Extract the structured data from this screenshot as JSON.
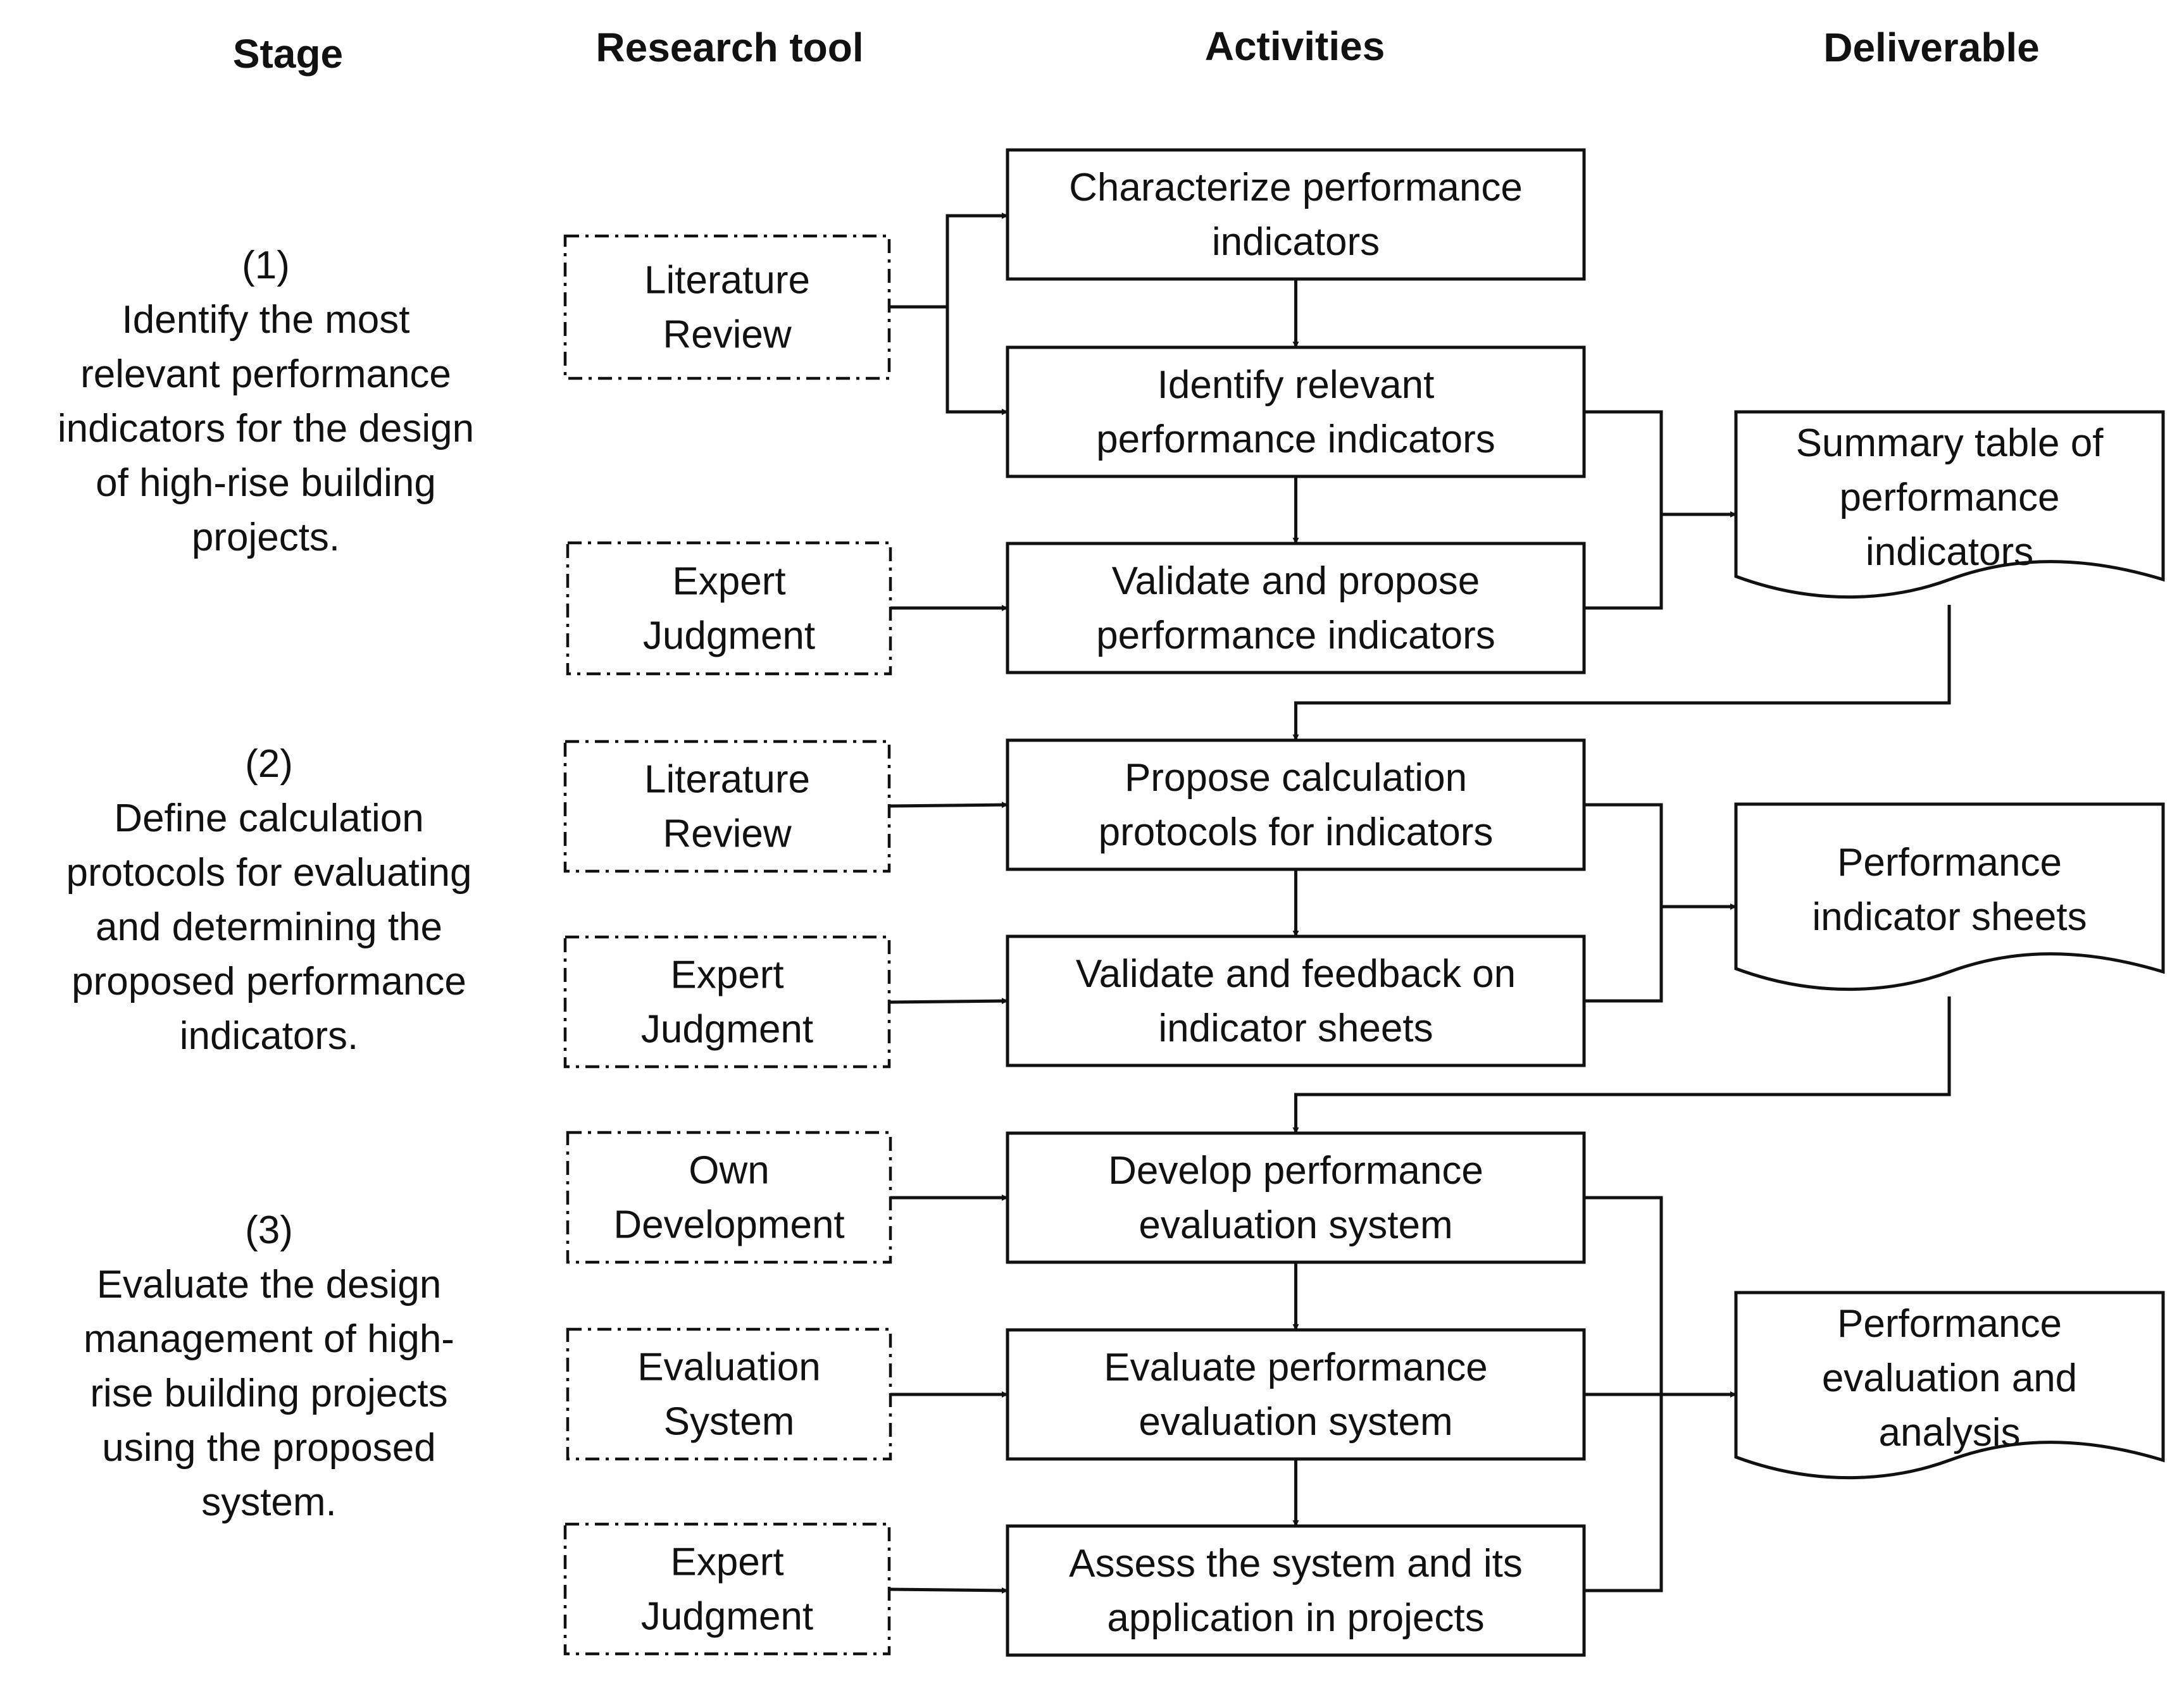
{
  "headers": {
    "stage": "Stage",
    "research_tool": "Research tool",
    "activities": "Activities",
    "deliverable": "Deliverable"
  },
  "stages": [
    {
      "number": "(1)",
      "lines": [
        "Identify the most",
        "relevant performance",
        "indicators for the design",
        "of high-rise building",
        "projects."
      ]
    },
    {
      "number": "(2)",
      "lines": [
        "Define calculation",
        "protocols for evaluating",
        "and determining the",
        "proposed performance",
        "indicators."
      ]
    },
    {
      "number": "(3)",
      "lines": [
        "Evaluate the design",
        "management of high-",
        "rise building projects",
        "using the proposed",
        "system."
      ]
    }
  ],
  "tools": [
    [
      "Literature",
      "Review"
    ],
    [
      "Expert",
      "Judgment"
    ],
    [
      "Literature",
      "Review"
    ],
    [
      "Expert",
      "Judgment"
    ],
    [
      "Own",
      "Development"
    ],
    [
      "Evaluation",
      "System"
    ],
    [
      "Expert",
      "Judgment"
    ]
  ],
  "activities": [
    [
      "Characterize performance",
      "indicators"
    ],
    [
      "Identify relevant",
      "performance indicators"
    ],
    [
      "Validate and propose",
      "performance indicators"
    ],
    [
      "Propose calculation",
      "protocols for indicators"
    ],
    [
      "Validate and feedback on",
      "indicator sheets"
    ],
    [
      "Develop performance",
      "evaluation system"
    ],
    [
      "Evaluate performance",
      "evaluation system"
    ],
    [
      "Assess the system and its",
      "application in projects"
    ]
  ],
  "deliverables": [
    [
      "Summary table of",
      "performance",
      "indicators"
    ],
    [
      "Performance",
      "indicator sheets"
    ],
    [
      "Performance",
      "evaluation and",
      "analysis"
    ]
  ]
}
